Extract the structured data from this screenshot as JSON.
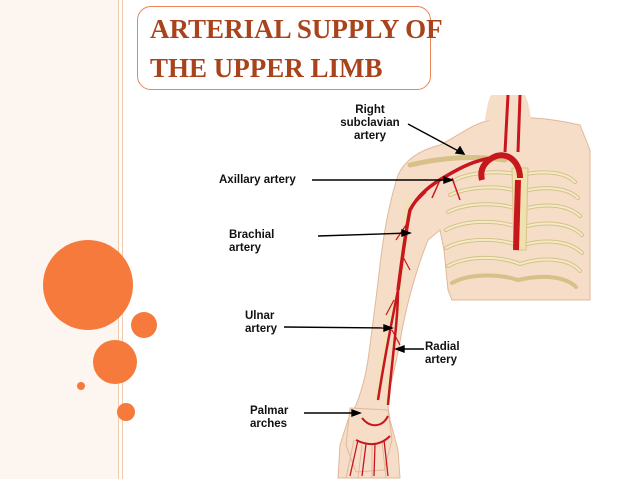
{
  "slide": {
    "title_line1": "ARTERIAL SUPPLY OF",
    "title_line2": "THE UPPER LIMB"
  },
  "labels": {
    "right_subclavian": [
      "Right",
      "subclavian",
      "artery"
    ],
    "axillary": "Axillary artery",
    "brachial": [
      "Brachial",
      "artery"
    ],
    "ulnar": [
      "Ulnar",
      "artery"
    ],
    "radial": [
      "Radial",
      "artery"
    ],
    "palmar": [
      "Palmar",
      "arches"
    ]
  },
  "colors": {
    "accent": "#f57a3c",
    "title_text": "#a8431c",
    "skin": "#f6ddc8",
    "artery": "#c8161d",
    "bone": "#efe2b0"
  }
}
